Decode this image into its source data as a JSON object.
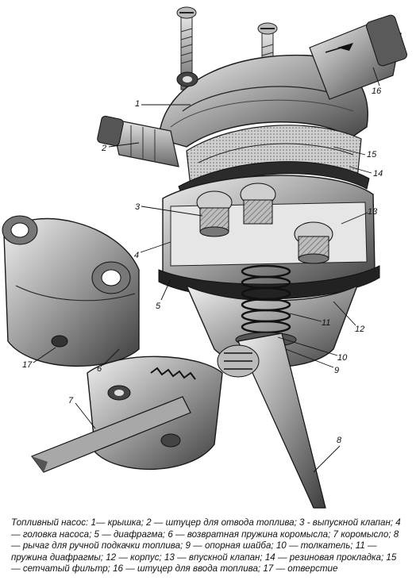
{
  "caption": "Топливный насос: 1— крышка; 2 — штуцер для отвода топлива; 3 - выпускной клапан; 4 — головка насоса; 5 — диафрагма; 6 — возвратная пружина коромысла; 7 коромысло; 8 — рычаг для ручной подкачки топлива; 9 — опорная шайба; 10 — толкатель; 11 — пружина диафрагмы; 12 — корпус; 13 — впускной клапан; 14 — резиновая прокладка; 15 — сетчатый фильтр; 16 — штуцер для ввода топлива; 17 — отверстие",
  "callouts": [
    "1",
    "2",
    "3",
    "4",
    "5",
    "6",
    "7",
    "8",
    "9",
    "10",
    "11",
    "12",
    "13",
    "14",
    "15",
    "16",
    "17"
  ],
  "colors": {
    "ink": "#1a1a1a",
    "paper": "#ffffff",
    "shade": "#8a8a8a",
    "light": "#d6d6d6",
    "dark": "#4a4a4a"
  }
}
